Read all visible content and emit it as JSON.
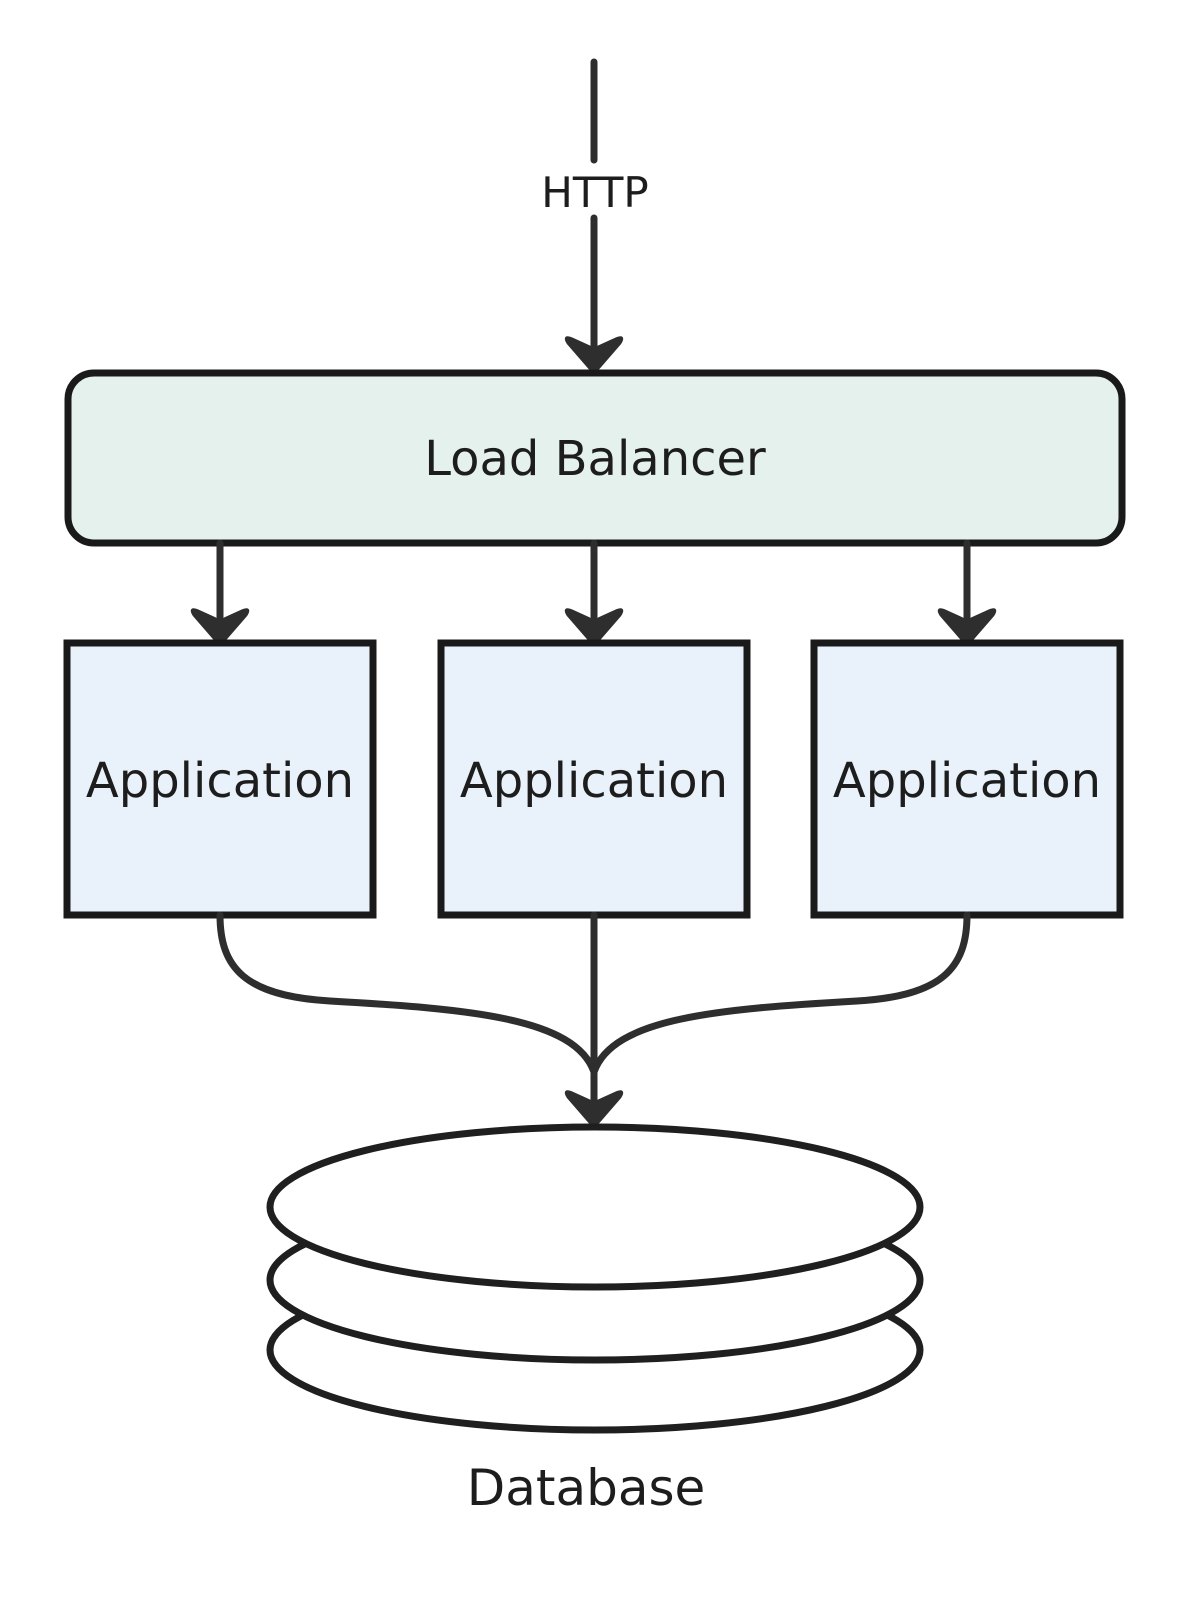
{
  "background": "#ffffff",
  "colors": {
    "stroke": "#2e2e2e",
    "border": "#1a1a1a",
    "text": "#1d1d1d",
    "lb_fill": "#e4f1ec",
    "app_fill": "#e9f1fb",
    "db_fill": "#ffffff"
  },
  "nodes": {
    "load_balancer": {
      "label": "Load Balancer"
    },
    "applications": [
      {
        "label": "Application"
      },
      {
        "label": "Application"
      },
      {
        "label": "Application"
      }
    ],
    "database": {
      "label": "Database"
    }
  },
  "edges": {
    "http_in": {
      "label": "HTTP",
      "to": "load_balancer"
    },
    "lb_to_app_1": {
      "from": "load_balancer",
      "to": "applications.0"
    },
    "lb_to_app_2": {
      "from": "load_balancer",
      "to": "applications.1"
    },
    "lb_to_app_3": {
      "from": "load_balancer",
      "to": "applications.2"
    },
    "app_1_to_db": {
      "from": "applications.0",
      "to": "database"
    },
    "app_2_to_db": {
      "from": "applications.1",
      "to": "database"
    },
    "app_3_to_db": {
      "from": "applications.2",
      "to": "database"
    }
  }
}
